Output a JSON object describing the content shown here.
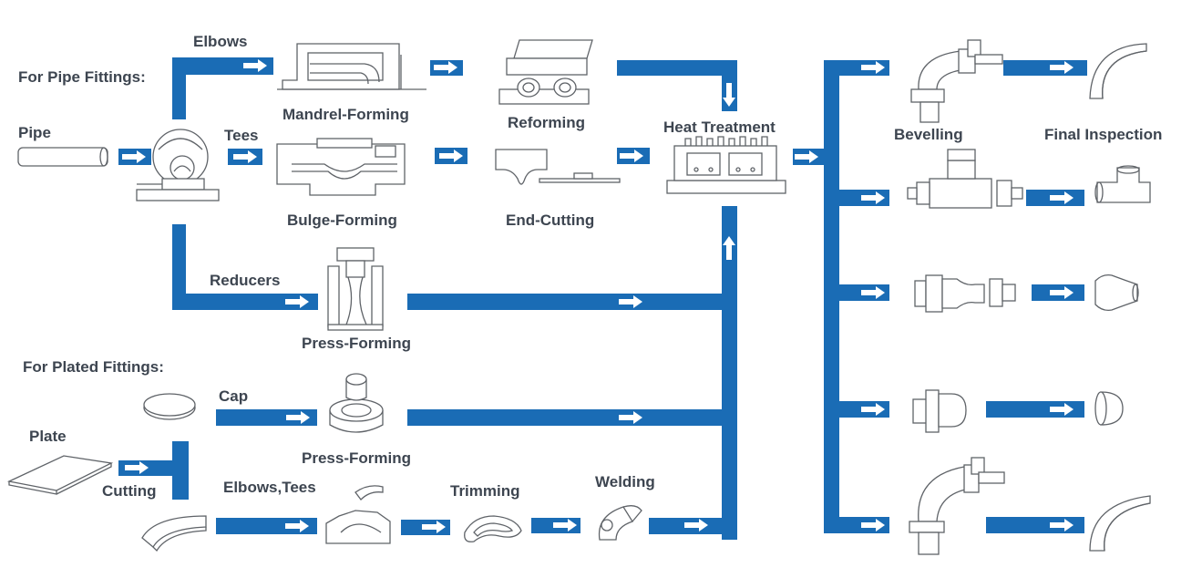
{
  "colors": {
    "pipe": "#1a6cb5",
    "arrow": "#ffffff",
    "label": "#3d4550",
    "sketch": "#5f6368"
  },
  "labels": {
    "for_pipe_fittings": "For Pipe Fittings:",
    "pipe": "Pipe",
    "elbows": "Elbows",
    "tees": "Tees",
    "reducers": "Reducers",
    "mandrel_forming": "Mandrel-Forming",
    "bulge_forming": "Bulge-Forming",
    "press_forming_top": "Press-Forming",
    "reforming": "Reforming",
    "end_cutting": "End-Cutting",
    "heat_treatment": "Heat Treatment",
    "bevelling": "Bevelling",
    "final_inspection": "Final Inspection",
    "for_plated_fittings": "For Plated Fittings:",
    "cap": "Cap",
    "plate": "Plate",
    "cutting": "Cutting",
    "press_forming_bottom": "Press-Forming",
    "elbows_tees": "Elbows,Tees",
    "trimming": "Trimming",
    "welding": "Welding"
  },
  "icons": [
    "pipe-icon",
    "pipe-bender-machine-icon",
    "mandrel-die-icon",
    "bulge-die-icon",
    "press-die-icon",
    "reforming-die-icon",
    "end-cutting-icon",
    "heat-treatment-furnace-icon",
    "cap-blank-icon",
    "cap-press-icon",
    "plate-icon",
    "elbow-blank-icon",
    "elbow-press-die-icon",
    "trimmed-ring-icon",
    "welded-elbow-icon",
    "bevel-elbow-icon",
    "bevel-tee-icon",
    "bevel-reducer-icon",
    "bevel-cap-icon",
    "bevel-long-elbow-icon",
    "final-elbow-icon",
    "final-tee-icon",
    "final-reducer-icon",
    "final-cap-icon",
    "final-long-elbow-icon"
  ]
}
